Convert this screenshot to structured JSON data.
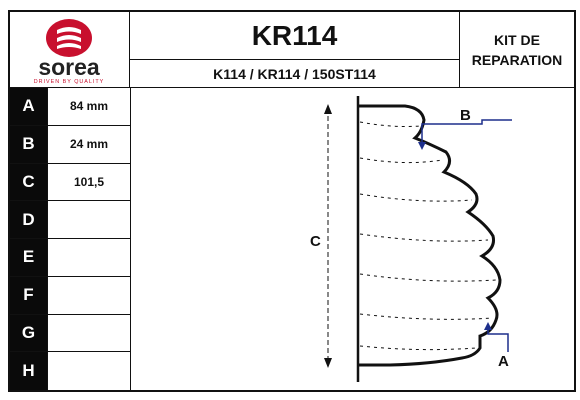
{
  "brand": {
    "name": "sorea",
    "tagline": "DRIVEN BY QUALITY",
    "logo_letter": "S",
    "logo_color": "#c8102e"
  },
  "header": {
    "reference": "KR114",
    "cross_references": "K114 / KR114 / 150ST114",
    "kit_line1": "KIT DE",
    "kit_line2": "REPARATION"
  },
  "dimensions": [
    {
      "letter": "A",
      "value": "84 mm"
    },
    {
      "letter": "B",
      "value": "24 mm"
    },
    {
      "letter": "C",
      "value": "101,5"
    },
    {
      "letter": "D",
      "value": ""
    },
    {
      "letter": "E",
      "value": ""
    },
    {
      "letter": "F",
      "value": ""
    },
    {
      "letter": "G",
      "value": ""
    },
    {
      "letter": "H",
      "value": ""
    }
  ],
  "drawing": {
    "label_a": "A",
    "label_b": "B",
    "label_c": "C",
    "accent_color": "#1d2f8c"
  }
}
